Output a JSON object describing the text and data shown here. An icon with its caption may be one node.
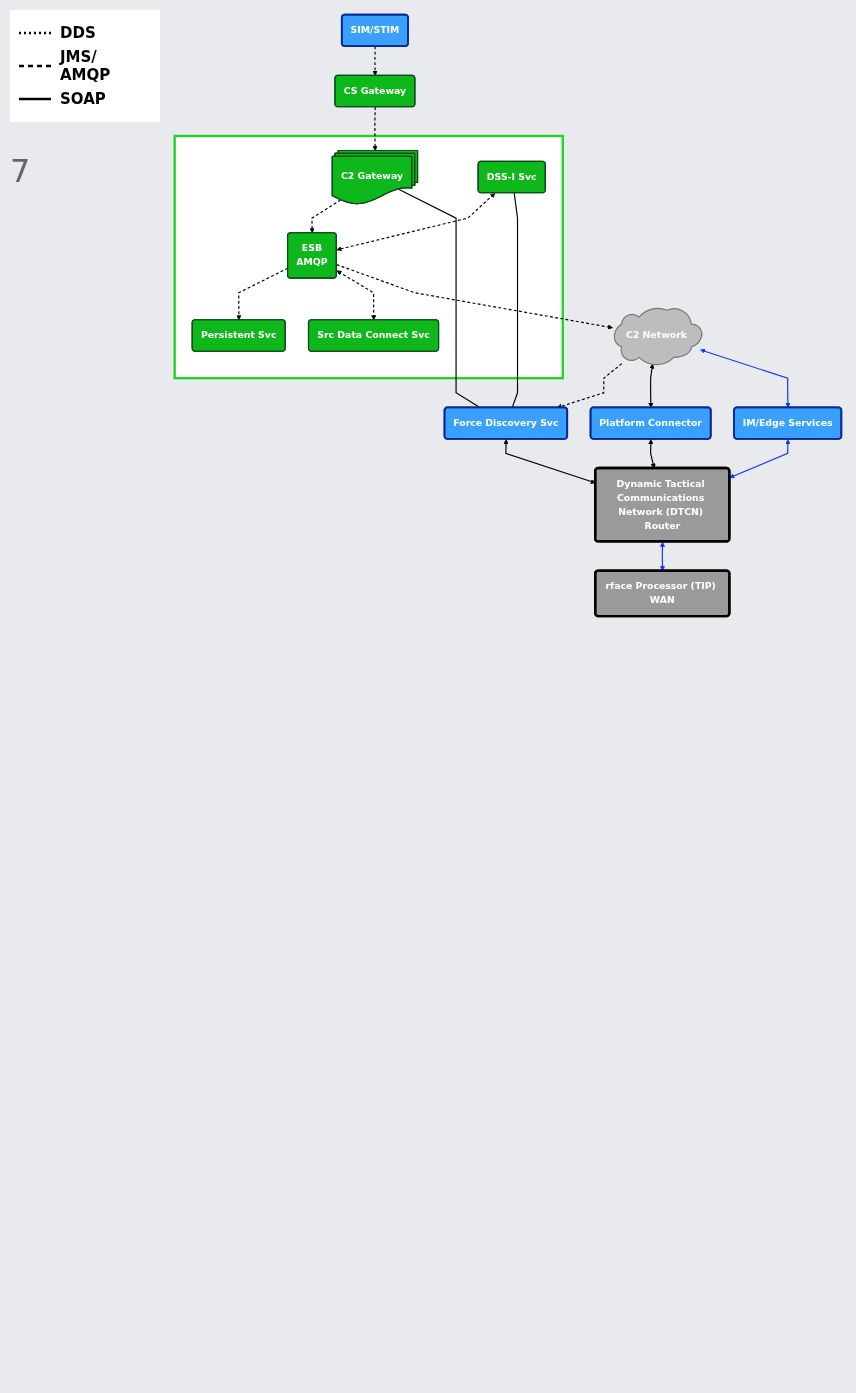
{
  "diagram": {
    "nodes": [
      {
        "text": [
          "SIM/STIM"
        ]
      },
      {
        "text": [
          "CS Gateway"
        ]
      },
      {
        "text": [],
        "shape": "box"
      },
      {
        "text": [
          "C2 Gateway"
        ],
        "in": 2
      },
      {
        "text": [
          "Persistent Svc"
        ],
        "in": 2
      },
      {
        "text": [
          "ESB",
          "AMQP"
        ],
        "in": 2
      },
      {
        "text": [
          "Src Data Connect Svc"
        ],
        "in": 2
      },
      {
        "text": [
          "DSS-I Svc"
        ],
        "in": 2
      },
      {
        "text": [
          "Force Discovery Svc"
        ]
      },
      {
        "text": [
          "C2 Network"
        ]
      },
      {
        "text": [
          "Platform Connector"
        ]
      },
      {
        "text": [
          "IM/Edge Services"
        ]
      },
      {
        "text": [
          "Dynamic Tactical Communications Network (DTCN) Router"
        ]
      },
      {
        "text": [
          "rface Processor (TIP) WAN"
        ]
      }
    ],
    "edges": [
      {
        "from": 0,
        "to": 1,
        "arrow": "to",
        "style": "dashed"
      },
      {
        "from": 1,
        "to": 3,
        "arrow": "to",
        "style": "dashed"
      },
      {
        "from": 3,
        "to": 5,
        "arrow": "to",
        "style": "dashed"
      },
      {
        "from": 5,
        "to": 4,
        "arrow": "to",
        "style": "dashed"
      },
      {
        "from": 7,
        "to": 5,
        "arrow": "both",
        "style": "dashed"
      },
      {
        "from": 5,
        "to": 6,
        "arrow": "both",
        "style": "dashed"
      },
      {
        "from": 5,
        "to": 9,
        "arrow": "to",
        "style": "dashed"
      },
      {
        "from": 9,
        "to": 8,
        "arrow": "to",
        "style": "dashed"
      },
      {
        "from": 3,
        "to": 8,
        "arrow": "none"
      },
      {
        "from": 7,
        "to": 8,
        "arrow": "none"
      },
      {
        "from": 8,
        "to": 12,
        "arrow": "both"
      },
      {
        "from": 9,
        "to": 10,
        "arrow": "both"
      },
      {
        "from": 10,
        "to": 12,
        "arrow": "both"
      },
      {
        "from": 9,
        "to": 11,
        "arrow": "both",
        "color": "#1433ff"
      },
      {
        "from": 11,
        "to": 12,
        "arrow": "both",
        "color": "#1433ff"
      },
      {
        "from": 12,
        "to": 13,
        "arrow": "both",
        "color": "#1433ff"
      }
    ],
    "labels": [
      "7"
    ],
    "legend": [
      {
        "text": "DDS"
      },
      {
        "text": "JMS/ AMQP"
      },
      {
        "text": "SOAP"
      }
    ]
  }
}
